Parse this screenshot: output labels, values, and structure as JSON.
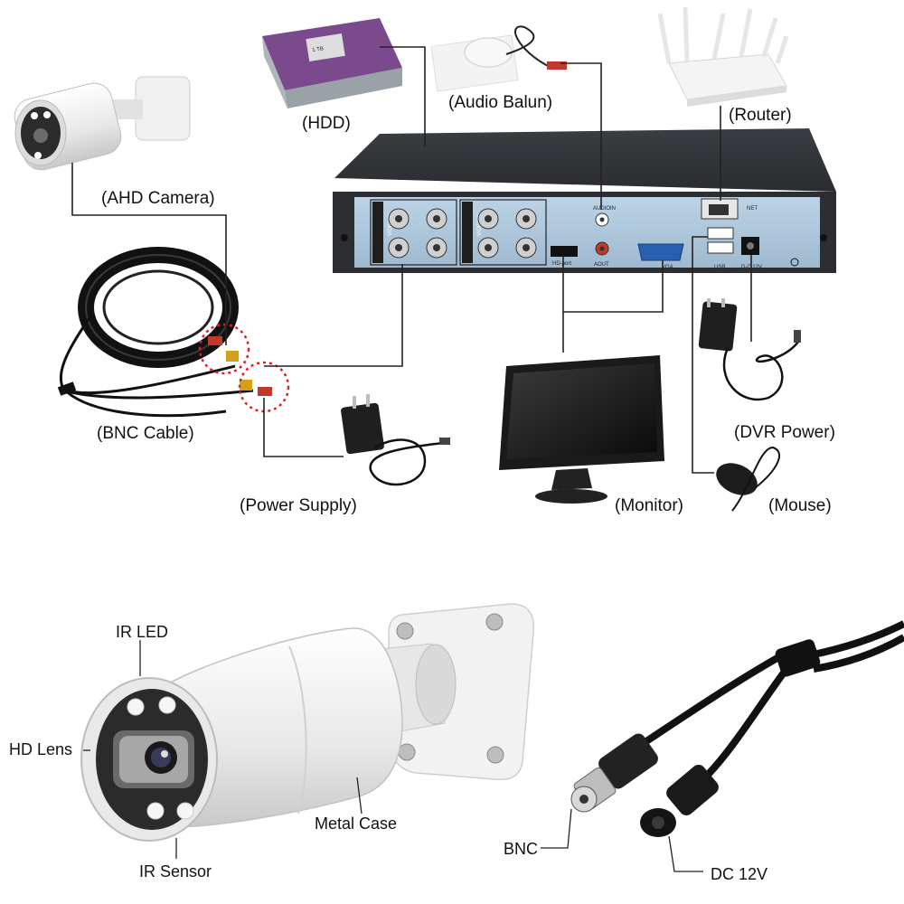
{
  "wiring_diagram": {
    "labels": {
      "hdd": "(HDD)",
      "audio_balun": "(Audio Balun)",
      "router": "(Router)",
      "ahd_camera": "(AHD Camera)",
      "bnc_cable": "(BNC Cable)",
      "power_supply": "(Power Supply)",
      "monitor": "(Monitor)",
      "dvr_power": "(DVR Power)",
      "mouse": "(Mouse)"
    },
    "dvr_panel": {
      "videoin_label": "VIDEOIN",
      "audioin_label": "AUDIOIN",
      "aout_label": "AOUT",
      "hdport_label": "HD-port",
      "vga_label": "VGA",
      "net_label": "NET",
      "usb_label": "USB",
      "dc_label": "D-C 12V"
    },
    "hdd_brand_text": "1 TB"
  },
  "camera_diagram": {
    "labels": {
      "ir_led": "IR LED",
      "hd_lens": "HD Lens",
      "metal_case": "Metal Case",
      "ir_sensor": "IR Sensor",
      "bnc": "BNC",
      "dc_12v": "DC 12V"
    }
  }
}
